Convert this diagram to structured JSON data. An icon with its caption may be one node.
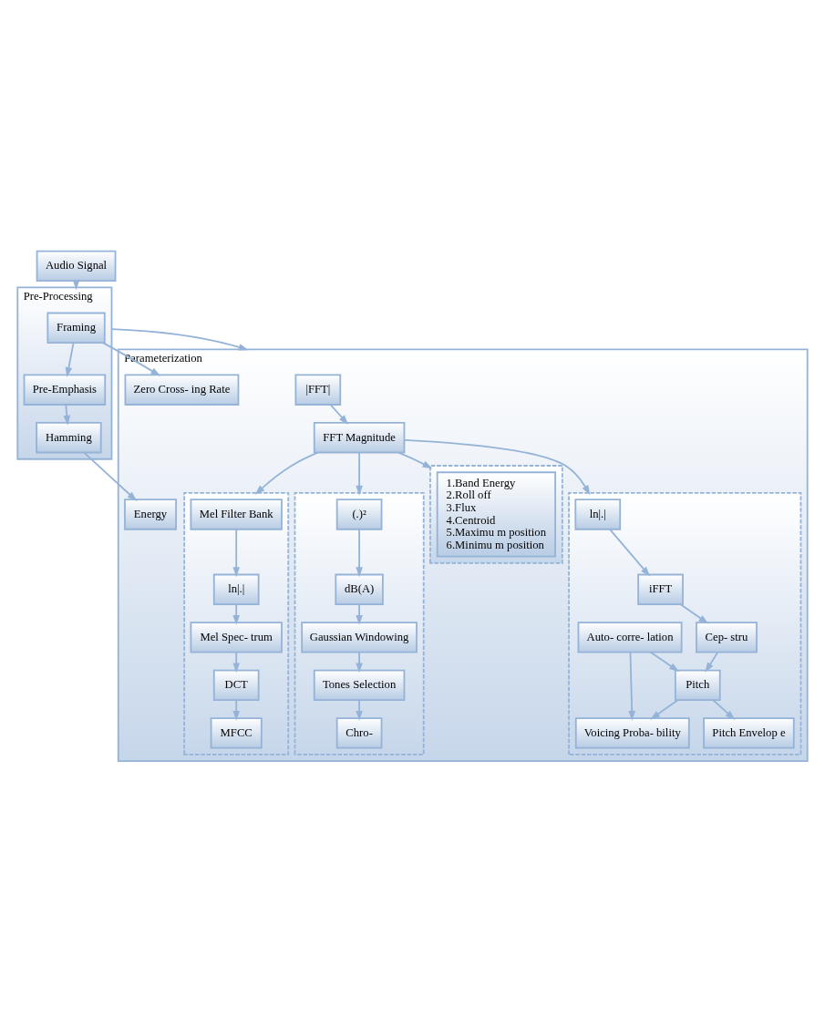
{
  "diagram": {
    "nodes": [
      {
        "text": [
          "Audio Signal"
        ]
      },
      {
        "text": [
          "Pre-Processing"
        ]
      },
      {
        "text": [
          "Framing"
        ],
        "in": 1
      },
      {
        "text": [
          "Pre-Emphasis"
        ],
        "in": 1
      },
      {
        "text": [
          "Hamming"
        ],
        "in": 1
      },
      {
        "text": [
          "Parameterization"
        ]
      },
      {
        "text": [
          "|FFT|"
        ],
        "in": 5
      },
      {
        "text": [
          "Energy"
        ],
        "in": 5
      },
      {
        "text": [
          "Zero Cross- ing Rate"
        ],
        "in": 5
      },
      {
        "text": [
          "FFT Magnitude"
        ],
        "in": 5
      },
      {
        "text": [],
        "shape": "box",
        "in": 5
      },
      {
        "text": [
          "Mel Filter Bank"
        ],
        "in": 10
      },
      {
        "text": [
          "ln|.|"
        ],
        "in": 10
      },
      {
        "text": [
          "Mel Spec- trum"
        ],
        "in": 10
      },
      {
        "text": [
          "DCT"
        ],
        "in": 10
      },
      {
        "text": [
          "MFCC"
        ],
        "in": 10
      },
      {
        "text": [],
        "shape": "box",
        "in": 5
      },
      {
        "text": [
          "(.)²"
        ],
        "in": 16
      },
      {
        "text": [
          "dB(A)"
        ],
        "in": 16
      },
      {
        "text": [
          "Gaussian Windowing"
        ],
        "in": 16
      },
      {
        "text": [
          "Tones Selection"
        ],
        "in": 16
      },
      {
        "text": [
          "Chro-"
        ],
        "in": 16
      },
      {
        "text": [],
        "shape": "box",
        "in": 5
      },
      {
        "text": [
          "1.Band Energy",
          "2.Roll off",
          "3.Flux",
          "4.Centroid",
          "5.Maximu m position",
          "6.Minimu m position"
        ],
        "in": 22
      },
      {
        "text": [],
        "shape": "box",
        "in": 5
      },
      {
        "text": [
          "ln|.|"
        ],
        "in": 24
      },
      {
        "text": [
          "iFFT"
        ],
        "in": 24
      },
      {
        "text": [
          "Cep- stru"
        ],
        "in": 24
      },
      {
        "text": [
          "Auto- corre- lation"
        ],
        "in": 24
      },
      {
        "text": [
          "Pitch"
        ],
        "in": 24
      },
      {
        "text": [
          "Pitch Envelop e"
        ],
        "in": 24
      },
      {
        "text": [
          "Voicing Proba- bility"
        ],
        "in": 24
      }
    ],
    "edges": [
      {
        "from": 0,
        "to": 1,
        "arrow": "to"
      },
      {
        "from": 2,
        "to": 3,
        "arrow": "to"
      },
      {
        "from": 3,
        "to": 4,
        "arrow": "to"
      },
      {
        "from": 2,
        "to": 8,
        "arrow": "to"
      },
      {
        "from": 4,
        "to": 7,
        "arrow": "to"
      },
      {
        "from": 1,
        "to": 5,
        "arrow": "to"
      },
      {
        "from": 6,
        "to": 9,
        "arrow": "to"
      },
      {
        "from": 9,
        "to": 10,
        "arrow": "to"
      },
      {
        "from": 9,
        "to": 16,
        "arrow": "to"
      },
      {
        "from": 9,
        "to": 22,
        "arrow": "to"
      },
      {
        "from": 9,
        "to": 24,
        "arrow": "to"
      },
      {
        "from": 11,
        "to": 12,
        "arrow": "to"
      },
      {
        "from": 12,
        "to": 13,
        "arrow": "to"
      },
      {
        "from": 13,
        "to": 14,
        "arrow": "to"
      },
      {
        "from": 14,
        "to": 15,
        "arrow": "to"
      },
      {
        "from": 17,
        "to": 18,
        "arrow": "to"
      },
      {
        "from": 18,
        "to": 19,
        "arrow": "to"
      },
      {
        "from": 19,
        "to": 20,
        "arrow": "to"
      },
      {
        "from": 20,
        "to": 21,
        "arrow": "to"
      },
      {
        "from": 25,
        "to": 26,
        "arrow": "to"
      },
      {
        "from": 26,
        "to": 27,
        "arrow": "to"
      },
      {
        "from": 27,
        "to": 29,
        "arrow": "to"
      },
      {
        "from": 28,
        "to": 29,
        "arrow": "to"
      },
      {
        "from": 29,
        "to": 30,
        "arrow": "to"
      },
      {
        "from": 29,
        "to": 31,
        "arrow": "to"
      },
      {
        "from": 28,
        "to": 31,
        "arrow": "to"
      }
    ]
  }
}
